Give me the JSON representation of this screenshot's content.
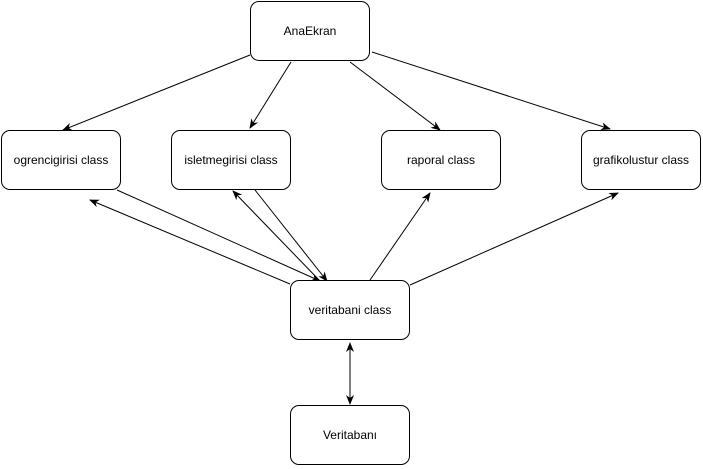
{
  "diagram": {
    "nodes": {
      "anaekran": "AnaEkran",
      "ogrencigirisi": "ogrencigirisi class",
      "isletmegirisi": "isletmegirisi class",
      "raporal": "raporal class",
      "grafikolustur": "grafikolustur class",
      "veritabani_class": "veritabani class",
      "veritabani_db": "Veritabanı"
    },
    "edges": [
      {
        "from": "anaekran",
        "to": "ogrencigirisi",
        "arrow": "end"
      },
      {
        "from": "anaekran",
        "to": "isletmegirisi",
        "arrow": "end"
      },
      {
        "from": "anaekran",
        "to": "raporal",
        "arrow": "end"
      },
      {
        "from": "anaekran",
        "to": "grafikolustur",
        "arrow": "end"
      },
      {
        "from": "ogrencigirisi",
        "to": "veritabani_class",
        "arrow": "end"
      },
      {
        "from": "veritabani_class",
        "to": "ogrencigirisi",
        "arrow": "end"
      },
      {
        "from": "isletmegirisi",
        "to": "veritabani_class",
        "arrow": "end"
      },
      {
        "from": "veritabani_class",
        "to": "isletmegirisi",
        "arrow": "end"
      },
      {
        "from": "veritabani_class",
        "to": "raporal",
        "arrow": "end"
      },
      {
        "from": "veritabani_class",
        "to": "grafikolustur",
        "arrow": "end"
      },
      {
        "from": "veritabani_class",
        "to": "veritabani_db",
        "arrow": "both"
      }
    ],
    "colors": {
      "stroke": "#000000",
      "fill": "#ffffff",
      "text": "#000000"
    }
  }
}
